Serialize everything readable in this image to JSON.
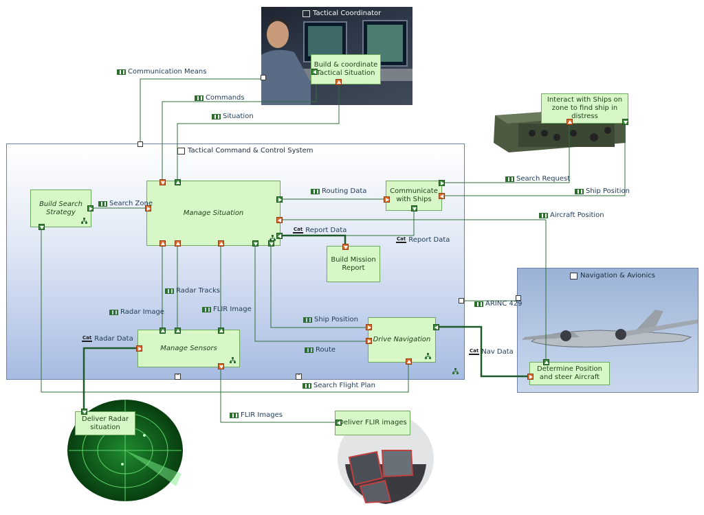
{
  "actors": {
    "tactical_coordinator": "Tactical Coordinator",
    "navigation_avionics": "Navigation & Avionics",
    "tccs": "Tactical Command & Control System"
  },
  "functions": {
    "build_coordinate": "Build & coordinate Tactical Situation",
    "interact_ships": "Interact with Ships on zone to find ship in distress",
    "build_search_strategy": "Build Search Strategy",
    "manage_situation": "Manage Situation",
    "communicate_ships": "Communicate with Ships",
    "build_mission_report": "Build Mission Report",
    "manage_sensors": "Manage Sensors",
    "drive_navigation": "Drive Navigation",
    "determine_position": "Determine Position and steer Aircraft",
    "deliver_radar": "Deliver Radar situation",
    "deliver_flir": "Deliver FLIR images"
  },
  "exchanges": {
    "communication_means": "Communication Means",
    "commands": "Commands",
    "situation": "Situation",
    "search_request": "Search Request",
    "ship_position_top": "Ship Position",
    "aircraft_position": "Aircraft Position",
    "search_zone": "Search Zone",
    "routing_data": "Routing Data",
    "report_data_1": "Report Data",
    "report_data_2": "Report Data",
    "radar_tracks": "Radar Tracks",
    "radar_image": "Radar Image",
    "flir_image": "FLIR Image",
    "ship_position_mid": "Ship Position",
    "arinc": "ARINC 429",
    "radar_data": "Radar Data",
    "route": "Route",
    "nav_data": "Nav Data",
    "search_flight_plan": "Search Flight Plan",
    "flir_images": "FLIR Images"
  },
  "icons": {
    "cat": "Cat",
    "exchange_item": "exchange-item-icon",
    "component": "component-icon",
    "hierarchy": "hierarchy-icon"
  },
  "colors": {
    "function_fill": "#d8f7c6",
    "function_border": "#6ea85c",
    "link": "#2f6e3a",
    "port_in": "#3a8a3a",
    "port_out": "#e06a2a",
    "container_top": "#ffffff",
    "container_bottom": "#a7bbe2"
  }
}
